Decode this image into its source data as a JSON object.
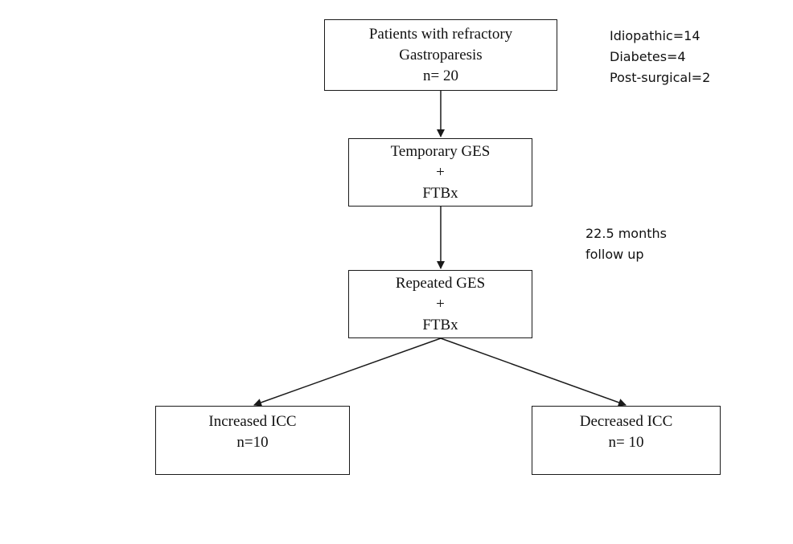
{
  "boxes": {
    "start": {
      "lines": [
        "Patients with refractory",
        "Gastroparesis",
        "n= 20"
      ]
    },
    "temporary": {
      "lines": [
        "Temporary GES",
        "+",
        "FTBx"
      ]
    },
    "repeated": {
      "lines": [
        "Repeated GES",
        "+",
        "FTBx"
      ]
    },
    "increased": {
      "lines": [
        "Increased ICC",
        "n=10"
      ]
    },
    "decreased": {
      "lines": [
        "Decreased ICC",
        "n= 10"
      ]
    }
  },
  "annotations": {
    "etiology": [
      "Idiopathic=14",
      "Diabetes=4",
      "Post-surgical=2"
    ],
    "followup": [
      "22.5 months",
      "follow up"
    ]
  }
}
